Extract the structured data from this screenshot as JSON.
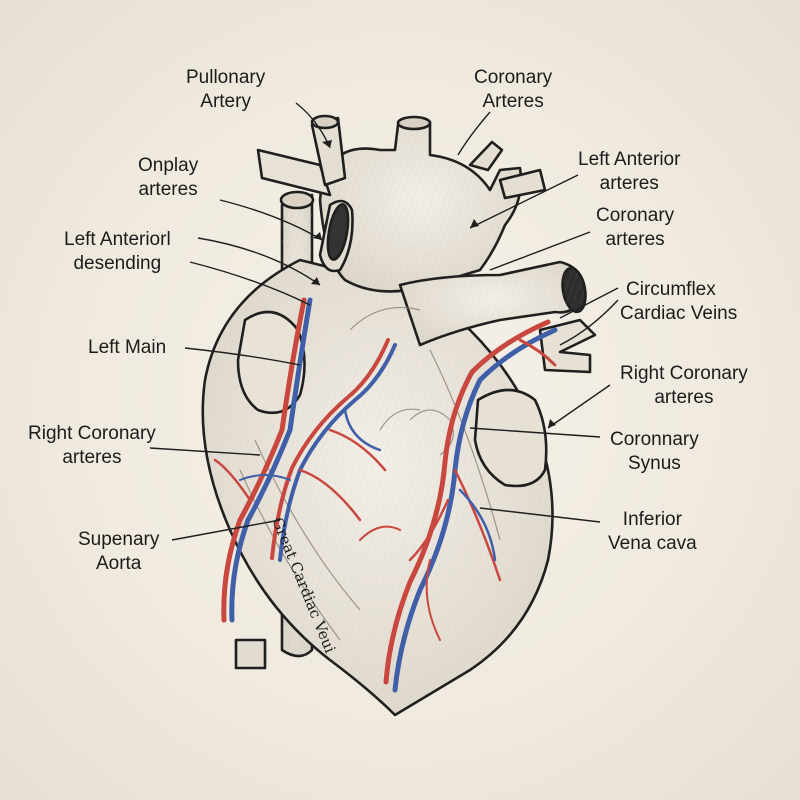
{
  "labels": {
    "pulmonary_artery": {
      "line1": "Pullonary",
      "line2": "Artery"
    },
    "coronary_arteres_top": {
      "line1": "Coronary",
      "line2": "Arteres"
    },
    "onplay_arteres": {
      "line1": "Onplay",
      "line2": "arteres"
    },
    "left_anterior_arteres": {
      "line1": "Left Anterior",
      "line2": "arteres"
    },
    "left_anterior_desending": {
      "line1": "Left Anteriorl",
      "line2": "desending"
    },
    "coronary_arteres_mid": {
      "line1": "Coronary",
      "line2": "arteres"
    },
    "circumflex": {
      "line1": "Circumflex",
      "line2": "Cardiac Veins"
    },
    "left_main": {
      "line1": "Left Main"
    },
    "right_coronary_right": {
      "line1": "Right Coronary",
      "line2": "arteres"
    },
    "right_coronary_left": {
      "line1": "Right Coronary",
      "line2": "arteres"
    },
    "coronnary_synus": {
      "line1": "Coronnary",
      "line2": "Synus"
    },
    "inferior_vena_cava": {
      "line1": "Inferior",
      "line2": "Vena cava"
    },
    "supenary_aorta": {
      "line1": "Supenary",
      "line2": "Aorta"
    },
    "great_cardiac_vein": "Great Cardiac Veui"
  },
  "colors": {
    "artery": "#c8473e",
    "vein": "#3f5fa8",
    "outline": "#1f1f1f",
    "tissue": "#ece7de"
  }
}
